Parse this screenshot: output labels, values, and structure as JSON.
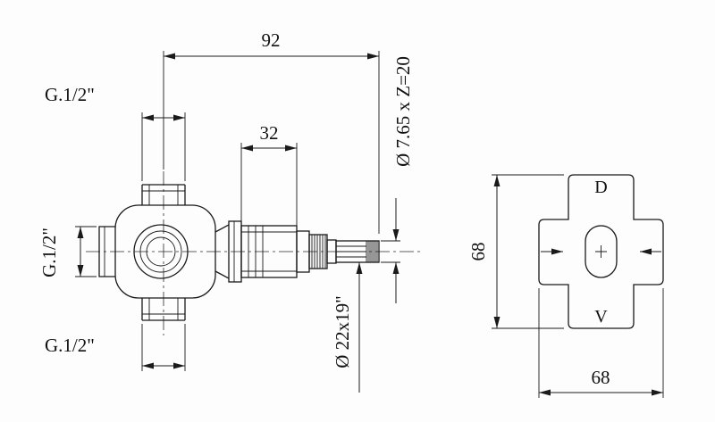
{
  "view_side": {
    "dim_total_length": "92",
    "dim_cartridge": "32",
    "thread_top": "G.1/2\"",
    "thread_side": "G.1/2\"",
    "thread_bottom": "G.1/2\"",
    "spline_spec": "Ø 7.65 x Z=20",
    "stem_spec": "Ø 22x19\""
  },
  "view_front": {
    "marking_top": "D",
    "marking_bottom": "V",
    "dim_height": "68",
    "dim_width": "68"
  },
  "colors": {
    "line": "#1a1a1a",
    "background": "#fdfdfd"
  }
}
